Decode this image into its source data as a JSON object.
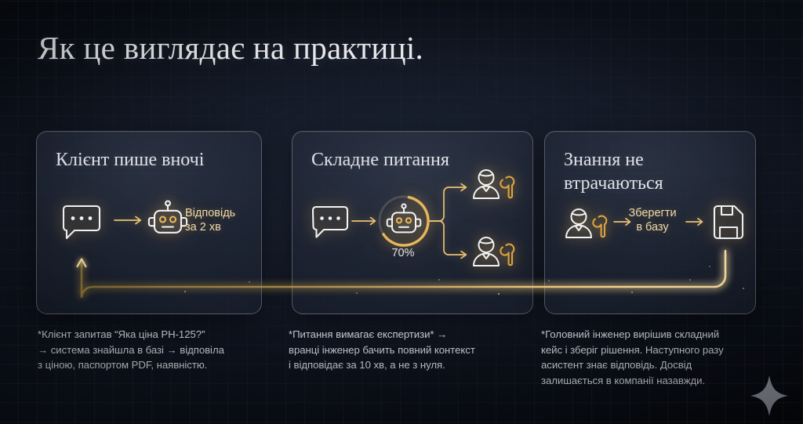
{
  "page": {
    "title": "Як це виглядає на практиці.",
    "background_color": "#0a0e17",
    "accent_color": "#e8b85c",
    "text_color": "#c9ccd3",
    "heading_color": "#e9eaec"
  },
  "cards": [
    {
      "id": "card-client-writes-at-night",
      "title": "Клієнт пише вночі",
      "icons": [
        "chat-bubble-icon",
        "arrow-right-icon",
        "robot-icon"
      ],
      "label": "Відповідь\nза 2 хв",
      "label_line1": "Відповідь",
      "label_line2": "за 2 хв"
    },
    {
      "id": "card-complex-question",
      "title": "Складне питання",
      "icons": [
        "chat-bubble-icon",
        "arrow-right-icon",
        "robot-icon",
        "progress-ring-icon",
        "engineer-icon",
        "engineer-icon"
      ],
      "progress_value": "70%",
      "progress_percent": 70
    },
    {
      "id": "card-knowledge-not-lost",
      "title_line1": "Знання не",
      "title_line2": "втрачаються",
      "title": "Знання не втрачаються",
      "icons": [
        "engineer-icon",
        "arrow-right-icon",
        "arrow-right-icon",
        "floppy-disk-icon"
      ],
      "label_line1": "Зберегти",
      "label_line2": "в базу"
    }
  ],
  "captions": [
    {
      "id": "caption-1",
      "lines": [
        "*Клієнт запитав “Яка ціна PH-125?”",
        "→ система знайшла в базі → відповіла",
        "з ціною, паспортом PDF, наявністю."
      ]
    },
    {
      "id": "caption-2",
      "lines": [
        "*Питання вимагає експертизи* →",
        "вранці інженер бачить повний контекст",
        "і відповідає за 10 хв, а не з нуля."
      ]
    },
    {
      "id": "caption-3",
      "lines": [
        "*Головний інженер вирішив складний",
        "кейс і зберіг рішення. Наступного разу",
        "асистент знає відповідь. Досвід",
        "залишається в компанії назавжди."
      ]
    }
  ],
  "decorations": {
    "sparkle": "four-point-star-icon",
    "grid": "blueprint-grid"
  }
}
